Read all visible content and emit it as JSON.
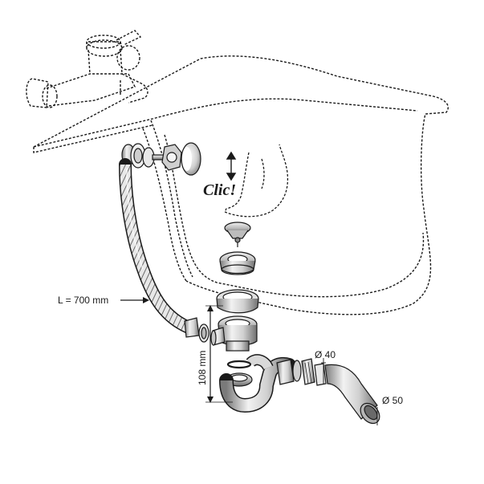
{
  "labels": {
    "clic": "Clic!",
    "hose_length": "L = 700 mm",
    "height": "108 mm",
    "diameter_small": "Ø 40",
    "diameter_large": "Ø 50"
  },
  "colors": {
    "line": "#1a1a1a",
    "metal_light": "#e6e6e6",
    "metal_mid": "#a9a9a9",
    "metal_dark": "#5a5a5a"
  }
}
